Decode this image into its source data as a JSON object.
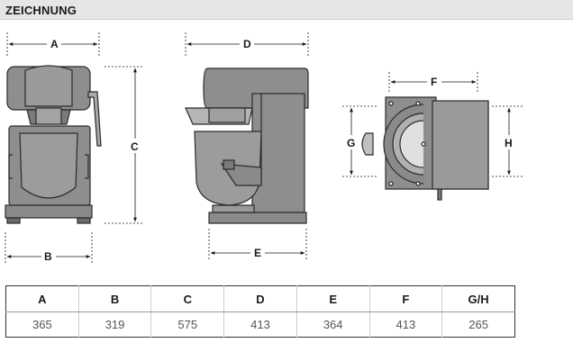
{
  "header": {
    "title": "ZEICHNUNG"
  },
  "drawing": {
    "labels": {
      "a": "A",
      "b": "B",
      "c": "C",
      "d": "D",
      "e": "E",
      "f": "F",
      "g": "G",
      "h": "H"
    }
  },
  "table": {
    "headers": [
      "A",
      "B",
      "C",
      "D",
      "E",
      "F",
      "G/H"
    ],
    "values": [
      "365",
      "319",
      "575",
      "413",
      "364",
      "413",
      "265"
    ]
  },
  "colors": {
    "machine": "#8e8e8e",
    "outline": "#2b2b2b",
    "header_bg": "#e6e6e6"
  }
}
